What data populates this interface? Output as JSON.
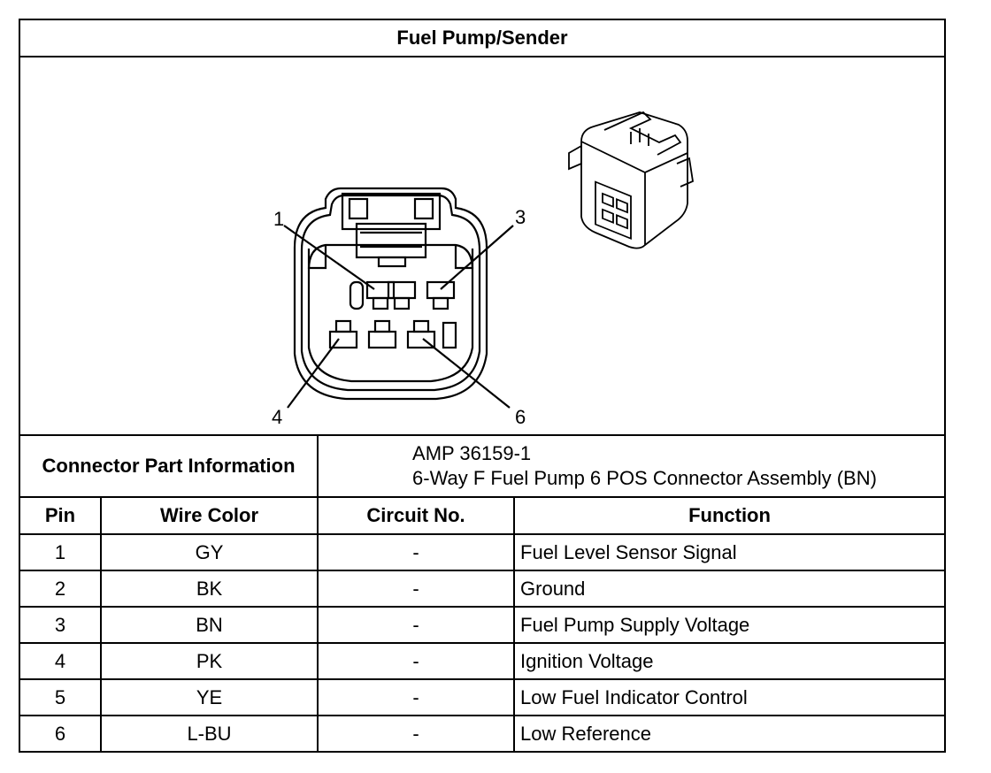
{
  "title": "Fuel Pump/Sender",
  "diagram": {
    "pin_callouts": [
      "1",
      "3",
      "4",
      "6"
    ]
  },
  "connector_info": {
    "label": "Connector Part Information",
    "part_number": "AMP 36159-1",
    "description": "6-Way F Fuel Pump 6 POS Connector Assembly (BN)"
  },
  "table": {
    "headers": [
      "Pin",
      "Wire Color",
      "Circuit No.",
      "Function"
    ],
    "rows": [
      [
        "1",
        "GY",
        "-",
        "Fuel Level Sensor Signal"
      ],
      [
        "2",
        "BK",
        "-",
        "Ground"
      ],
      [
        "3",
        "BN",
        "-",
        "Fuel Pump Supply Voltage"
      ],
      [
        "4",
        "PK",
        "-",
        "Ignition Voltage"
      ],
      [
        "5",
        "YE",
        "-",
        "Low Fuel Indicator Control"
      ],
      [
        "6",
        "L-BU",
        "-",
        "Low Reference"
      ]
    ]
  }
}
